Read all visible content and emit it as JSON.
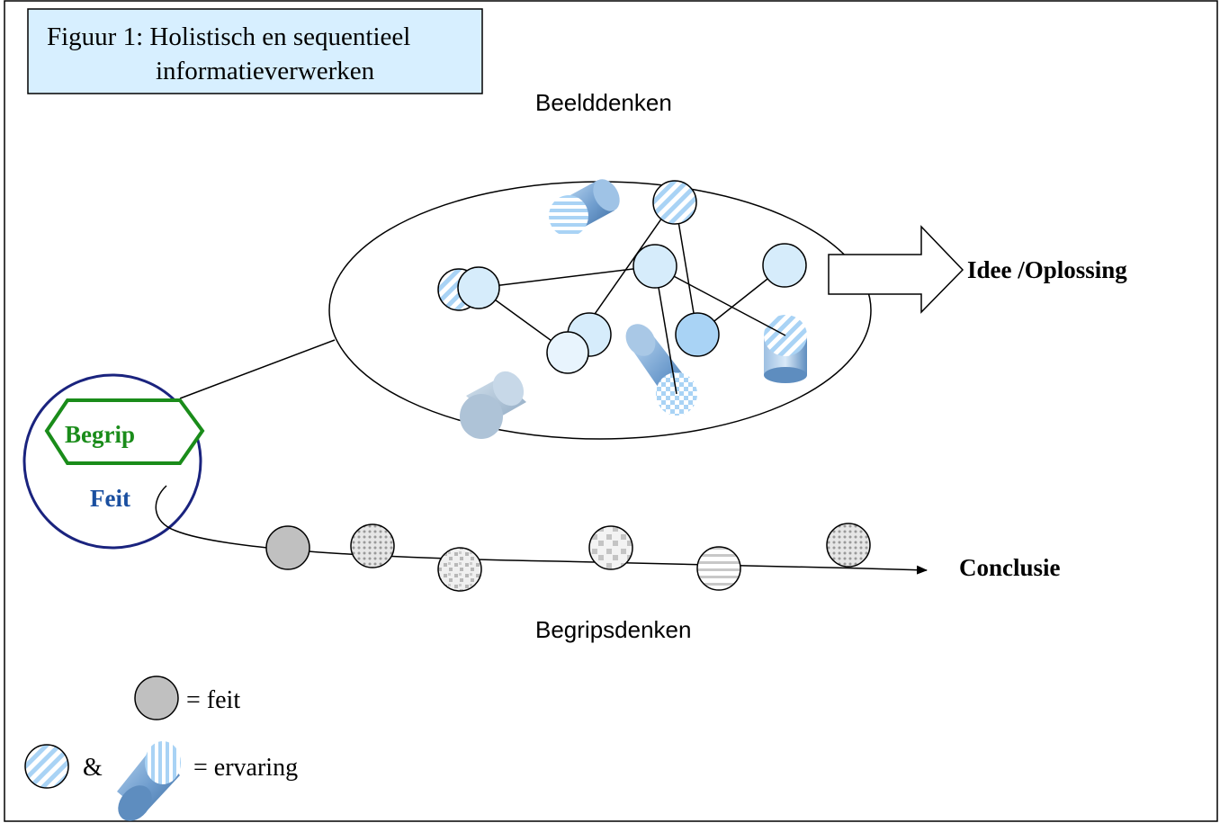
{
  "figure": {
    "title_line1": "Figuur 1: Holistisch en sequentieel",
    "title_line2": "informatieverwerken"
  },
  "labels": {
    "beelddenken": "Beelddenken",
    "begripsdenken": "Begripsdenken",
    "idee_oplossing": "Idee /Oplossing",
    "conclusie": "Conclusie",
    "begrip": "Begrip",
    "feit": "Feit"
  },
  "legend": {
    "feit_label": "= feit",
    "ampersand": "&",
    "ervaring_label": "= ervaring"
  },
  "colors": {
    "light_blue_fill": "#d6ecfb",
    "medium_blue_fill": "#a9d3f5",
    "cylinder_blue": "#6e9ccd",
    "grey_fact": "#c0c0c0",
    "green": "#1a8c1a",
    "navy": "#1a237e",
    "title_box": "#d7efff"
  }
}
